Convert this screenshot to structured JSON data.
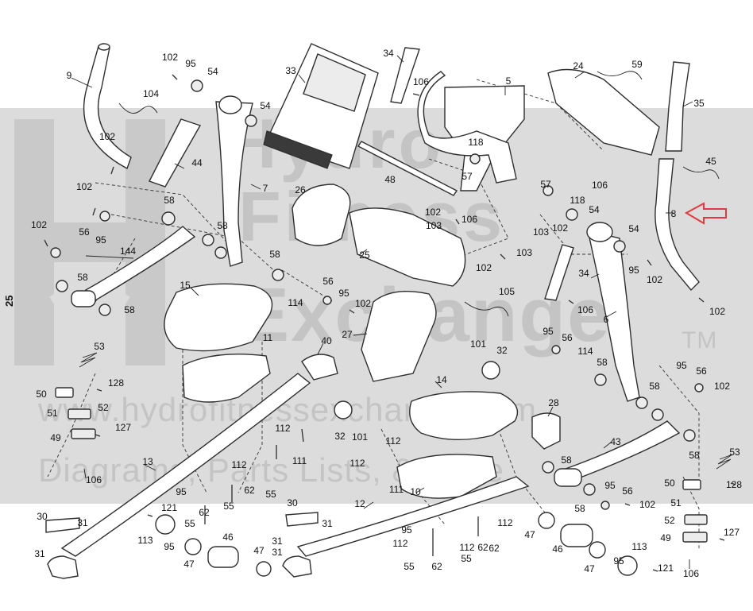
{
  "page": {
    "number": "25"
  },
  "watermark": {
    "line1": "Hydro",
    "line2": "Fitness",
    "line3": "Exchange",
    "tm": "TM",
    "url": "www.hydrofitnessexchange.com",
    "tagline": "Diagrams, Parts Lists, & More"
  },
  "colors": {
    "band": "#dcdcdc",
    "arrow": "#e0393e",
    "ink": "#2e2e2e"
  },
  "callouts": [
    {
      "id": "9",
      "text": "9"
    },
    {
      "id": "102a",
      "text": "102"
    },
    {
      "id": "95a",
      "text": "95"
    },
    {
      "id": "54a",
      "text": "54"
    },
    {
      "id": "104",
      "text": "104"
    },
    {
      "id": "33",
      "text": "33"
    },
    {
      "id": "34a",
      "text": "34"
    },
    {
      "id": "106a",
      "text": "106"
    },
    {
      "id": "5",
      "text": "5"
    },
    {
      "id": "24",
      "text": "24"
    },
    {
      "id": "59",
      "text": "59"
    },
    {
      "id": "35",
      "text": "35"
    },
    {
      "id": "54b",
      "text": "54"
    },
    {
      "id": "102b",
      "text": "102"
    },
    {
      "id": "44",
      "text": "44"
    },
    {
      "id": "7",
      "text": "7"
    },
    {
      "id": "118a",
      "text": "118"
    },
    {
      "id": "57a",
      "text": "57"
    },
    {
      "id": "48",
      "text": "48"
    },
    {
      "id": "106b",
      "text": "106"
    },
    {
      "id": "45",
      "text": "45"
    },
    {
      "id": "102c",
      "text": "102"
    },
    {
      "id": "26",
      "text": "26"
    },
    {
      "id": "57b",
      "text": "57"
    },
    {
      "id": "118b",
      "text": "118"
    },
    {
      "id": "58a",
      "text": "58"
    },
    {
      "id": "102d",
      "text": "102"
    },
    {
      "id": "106c",
      "text": "106"
    },
    {
      "id": "54c",
      "text": "54"
    },
    {
      "id": "8",
      "text": "8"
    },
    {
      "id": "102e",
      "text": "102"
    },
    {
      "id": "103a",
      "text": "103"
    },
    {
      "id": "103b",
      "text": "103"
    },
    {
      "id": "102f",
      "text": "102"
    },
    {
      "id": "56a",
      "text": "56"
    },
    {
      "id": "95b",
      "text": "95"
    },
    {
      "id": "58b",
      "text": "58"
    },
    {
      "id": "25",
      "text": "25"
    },
    {
      "id": "54d",
      "text": "54"
    },
    {
      "id": "144",
      "text": "144"
    },
    {
      "id": "103c",
      "text": "103"
    },
    {
      "id": "95c",
      "text": "95"
    },
    {
      "id": "102g",
      "text": "102"
    },
    {
      "id": "58c",
      "text": "58"
    },
    {
      "id": "102h",
      "text": "102"
    },
    {
      "id": "34b",
      "text": "34"
    },
    {
      "id": "58d",
      "text": "58"
    },
    {
      "id": "56b",
      "text": "56"
    },
    {
      "id": "15",
      "text": "15"
    },
    {
      "id": "114a",
      "text": "114"
    },
    {
      "id": "95d",
      "text": "95"
    },
    {
      "id": "105",
      "text": "105"
    },
    {
      "id": "102i",
      "text": "102"
    },
    {
      "id": "58e",
      "text": "58"
    },
    {
      "id": "106d",
      "text": "106"
    },
    {
      "id": "102j",
      "text": "102"
    },
    {
      "id": "6",
      "text": "6"
    },
    {
      "id": "27",
      "text": "27"
    },
    {
      "id": "11",
      "text": "11"
    },
    {
      "id": "95e",
      "text": "95"
    },
    {
      "id": "56c",
      "text": "56"
    },
    {
      "id": "53a",
      "text": "53"
    },
    {
      "id": "40",
      "text": "40"
    },
    {
      "id": "101a",
      "text": "101"
    },
    {
      "id": "32a",
      "text": "32"
    },
    {
      "id": "114b",
      "text": "114"
    },
    {
      "id": "95f",
      "text": "95"
    },
    {
      "id": "56d",
      "text": "56"
    },
    {
      "id": "58f",
      "text": "58"
    },
    {
      "id": "102k",
      "text": "102"
    },
    {
      "id": "128a",
      "text": "128"
    },
    {
      "id": "14",
      "text": "14"
    },
    {
      "id": "58g",
      "text": "58"
    },
    {
      "id": "50a",
      "text": "50"
    },
    {
      "id": "51a",
      "text": "51"
    },
    {
      "id": "52a",
      "text": "52"
    },
    {
      "id": "28",
      "text": "28"
    },
    {
      "id": "127a",
      "text": "127"
    },
    {
      "id": "49a",
      "text": "49"
    },
    {
      "id": "112a",
      "text": "112"
    },
    {
      "id": "32b",
      "text": "32"
    },
    {
      "id": "101b",
      "text": "101"
    },
    {
      "id": "43",
      "text": "43"
    },
    {
      "id": "106e",
      "text": "106"
    },
    {
      "id": "13",
      "text": "13"
    },
    {
      "id": "112b",
      "text": "112"
    },
    {
      "id": "111a",
      "text": "111"
    },
    {
      "id": "58h",
      "text": "58"
    },
    {
      "id": "53b",
      "text": "53"
    },
    {
      "id": "112c",
      "text": "112"
    },
    {
      "id": "112d",
      "text": "112"
    },
    {
      "id": "95g",
      "text": "95"
    },
    {
      "id": "62a",
      "text": "62"
    },
    {
      "id": "55a",
      "text": "55"
    },
    {
      "id": "10",
      "text": "10"
    },
    {
      "id": "111b",
      "text": "111"
    },
    {
      "id": "58i",
      "text": "58"
    },
    {
      "id": "95h",
      "text": "95"
    },
    {
      "id": "50b",
      "text": "50"
    },
    {
      "id": "128b",
      "text": "128"
    },
    {
      "id": "56e",
      "text": "56"
    },
    {
      "id": "51b",
      "text": "51"
    },
    {
      "id": "30a",
      "text": "30"
    },
    {
      "id": "121a",
      "text": "121"
    },
    {
      "id": "12",
      "text": "12"
    },
    {
      "id": "55b",
      "text": "55"
    },
    {
      "id": "62b",
      "text": "62"
    },
    {
      "id": "30b",
      "text": "30"
    },
    {
      "id": "58j",
      "text": "58"
    },
    {
      "id": "102l",
      "text": "102"
    },
    {
      "id": "31a",
      "text": "31"
    },
    {
      "id": "31b",
      "text": "31"
    },
    {
      "id": "113a",
      "text": "113"
    },
    {
      "id": "95i",
      "text": "95"
    },
    {
      "id": "112e",
      "text": "112"
    },
    {
      "id": "47a",
      "text": "47"
    },
    {
      "id": "55c",
      "text": "55"
    },
    {
      "id": "52b",
      "text": "52"
    },
    {
      "id": "95j",
      "text": "95"
    },
    {
      "id": "31c",
      "text": "31"
    },
    {
      "id": "46a",
      "text": "46"
    },
    {
      "id": "112f",
      "text": "112"
    },
    {
      "id": "62c",
      "text": "62"
    },
    {
      "id": "49b",
      "text": "49"
    },
    {
      "id": "127b",
      "text": "127"
    },
    {
      "id": "31d",
      "text": "31"
    },
    {
      "id": "47b",
      "text": "47"
    },
    {
      "id": "55d",
      "text": "55"
    },
    {
      "id": "62d",
      "text": "62"
    },
    {
      "id": "47c",
      "text": "47"
    },
    {
      "id": "113b",
      "text": "113"
    },
    {
      "id": "46b",
      "text": "46"
    },
    {
      "id": "95k",
      "text": "95"
    },
    {
      "id": "47d",
      "text": "47"
    },
    {
      "id": "121b",
      "text": "121"
    },
    {
      "id": "106f",
      "text": "106"
    },
    {
      "id": "31e",
      "text": "31"
    },
    {
      "id": "55e",
      "text": "55"
    },
    {
      "id": "62e",
      "text": "62"
    },
    {
      "id": "112g",
      "text": "112"
    }
  ]
}
